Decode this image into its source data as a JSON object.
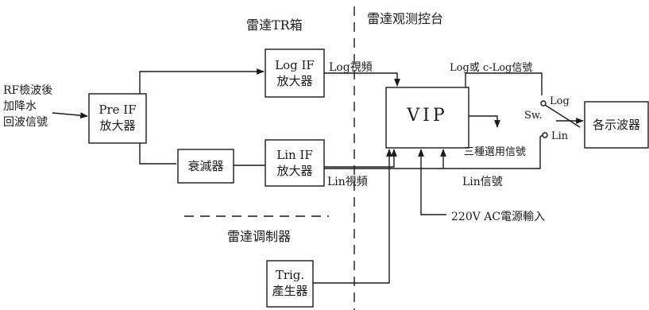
{
  "sections": {
    "tr_box": "雷達TR箱",
    "console": "雷達观测控台",
    "modulator": "雷達调制器"
  },
  "input": {
    "line1": "RF檢波後",
    "line2": "加降水",
    "line3": "回波信號"
  },
  "blocks": {
    "pre_if": {
      "line1": "Pre IF",
      "line2": "放大器"
    },
    "log_if": {
      "line1": "Log IF",
      "line2": "放大器"
    },
    "attenuator": {
      "line1": "衰減器"
    },
    "lin_if": {
      "line1": "Lin IF",
      "line2": "放大器"
    },
    "vip": {
      "line1": "VIP"
    },
    "display": {
      "line1": "各示波器"
    },
    "trigger": {
      "line1": "Trig.",
      "line2": "產生器"
    }
  },
  "signals": {
    "log_video": "Log視頻",
    "lin_video": "Lin視頻",
    "log_or_clog": "Log或 c-Log信號",
    "three_select": "三種選用信號",
    "lin_signal": "Lin信號",
    "power_input": "220V AC電源輸入"
  },
  "switch": {
    "label": "Sw.",
    "log": "Log",
    "lin": "Lin"
  }
}
